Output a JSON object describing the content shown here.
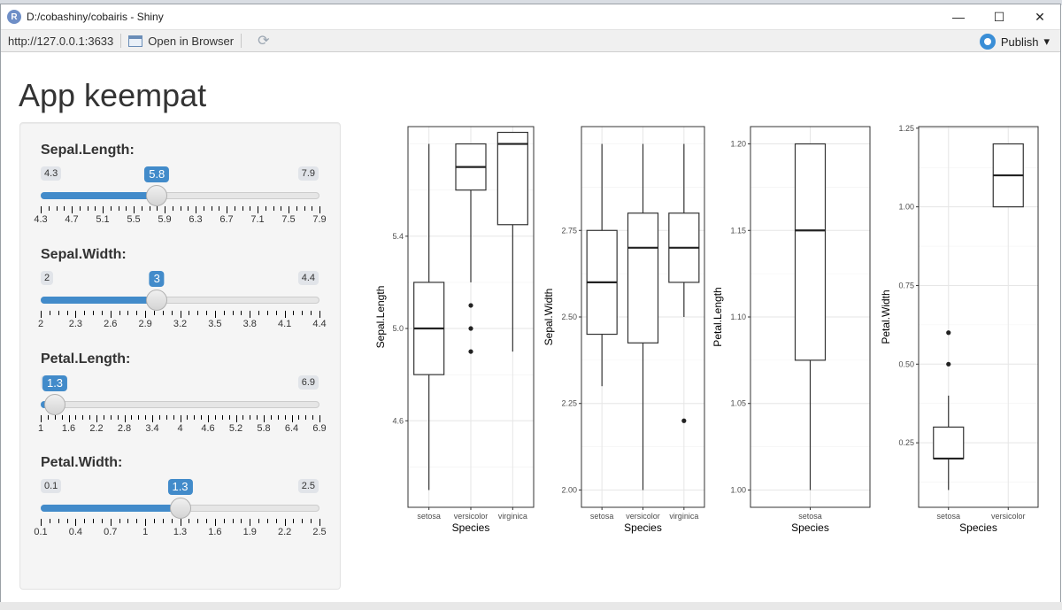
{
  "window": {
    "title": "D:/cobashiny/cobairis - Shiny",
    "url": "http://127.0.0.1:3633",
    "open_in_browser": "Open in Browser",
    "publish": "Publish"
  },
  "app": {
    "title": "App keempat"
  },
  "sliders": [
    {
      "label": "Sepal.Length:",
      "min": "4.3",
      "max": "7.9",
      "value": "5.8",
      "fraction": 0.4167,
      "ticks": [
        "4.3",
        "4.7",
        "5.1",
        "5.5",
        "5.9",
        "6.3",
        "6.7",
        "7.1",
        "7.5",
        "7.9"
      ]
    },
    {
      "label": "Sepal.Width:",
      "min": "2",
      "max": "4.4",
      "value": "3",
      "fraction": 0.4167,
      "ticks": [
        "2",
        "2.3",
        "2.6",
        "2.9",
        "3.2",
        "3.5",
        "3.8",
        "4.1",
        "4.4"
      ]
    },
    {
      "label": "Petal.Length:",
      "min": "1",
      "max": "6.9",
      "value": "1.3",
      "fraction": 0.0508,
      "ticks": [
        "1",
        "1.6",
        "2.2",
        "2.8",
        "3.4",
        "4",
        "4.6",
        "5.2",
        "5.8",
        "6.4",
        "6.9"
      ]
    },
    {
      "label": "Petal.Width:",
      "min": "0.1",
      "max": "2.5",
      "value": "1.3",
      "fraction": 0.5,
      "ticks": [
        "0.1",
        "0.4",
        "0.7",
        "1",
        "1.3",
        "1.6",
        "1.9",
        "2.2",
        "2.5"
      ]
    }
  ],
  "chart_data": [
    {
      "type": "box",
      "xlabel": "Species",
      "ylabel": "Sepal.Length",
      "categories": [
        "setosa",
        "versicolor",
        "virginica"
      ],
      "ylim": [
        4.3,
        5.8
      ],
      "yticks": [
        4.6,
        5.0,
        5.4
      ],
      "yticklabels": [
        "4.6",
        "5.0",
        "5.4"
      ],
      "boxes": [
        {
          "category": "setosa",
          "min": 4.3,
          "q1": 4.8,
          "median": 5.0,
          "q3": 5.2,
          "max": 5.8,
          "outliers": []
        },
        {
          "category": "versicolor",
          "min": 5.2,
          "q1": 5.6,
          "median": 5.7,
          "q3": 5.8,
          "max": 5.8,
          "outliers": [
            5.1,
            5.0,
            4.9
          ]
        },
        {
          "category": "virginica",
          "min": 4.9,
          "q1": 5.45,
          "median": 5.8,
          "q3": 5.85,
          "max": 5.8,
          "outliers": []
        }
      ]
    },
    {
      "type": "box",
      "xlabel": "Species",
      "ylabel": "Sepal.Width",
      "categories": [
        "setosa",
        "versicolor",
        "virginica"
      ],
      "ylim": [
        2.0,
        3.0
      ],
      "yticks": [
        2.0,
        2.25,
        2.5,
        2.75
      ],
      "yticklabels": [
        "2.00",
        "2.25",
        "2.50",
        "2.75"
      ],
      "boxes": [
        {
          "category": "setosa",
          "min": 2.3,
          "q1": 2.45,
          "median": 2.6,
          "q3": 2.75,
          "max": 3.0,
          "outliers": []
        },
        {
          "category": "versicolor",
          "min": 2.0,
          "q1": 2.425,
          "median": 2.7,
          "q3": 2.8,
          "max": 3.0,
          "outliers": []
        },
        {
          "category": "virginica",
          "min": 2.5,
          "q1": 2.6,
          "median": 2.7,
          "q3": 2.8,
          "max": 3.0,
          "outliers": [
            2.2
          ]
        }
      ]
    },
    {
      "type": "box",
      "xlabel": "Species",
      "ylabel": "Petal.Length",
      "categories": [
        "setosa"
      ],
      "ylim": [
        1.0,
        1.2
      ],
      "yticks": [
        1.0,
        1.05,
        1.1,
        1.15,
        1.2
      ],
      "yticklabels": [
        "1.00",
        "1.05",
        "1.10",
        "1.15",
        "1.20"
      ],
      "boxes": [
        {
          "category": "setosa",
          "min": 1.0,
          "q1": 1.075,
          "median": 1.15,
          "q3": 1.2,
          "max": 1.2,
          "outliers": []
        }
      ]
    },
    {
      "type": "box",
      "xlabel": "Species",
      "ylabel": "Petal.Width",
      "categories": [
        "setosa",
        "versicolor"
      ],
      "ylim": [
        0.1,
        1.2
      ],
      "yticks": [
        0.25,
        0.5,
        0.75,
        1.0,
        1.25
      ],
      "yticklabels": [
        "0.25",
        "0.50",
        "0.75",
        "1.00",
        "1.25"
      ],
      "boxes": [
        {
          "category": "setosa",
          "min": 0.1,
          "q1": 0.2,
          "median": 0.2,
          "q3": 0.3,
          "max": 0.4,
          "outliers": [
            0.5,
            0.6
          ]
        },
        {
          "category": "versicolor",
          "min": 1.0,
          "q1": 1.0,
          "median": 1.1,
          "q3": 1.2,
          "max": 1.2,
          "outliers": []
        }
      ]
    }
  ]
}
